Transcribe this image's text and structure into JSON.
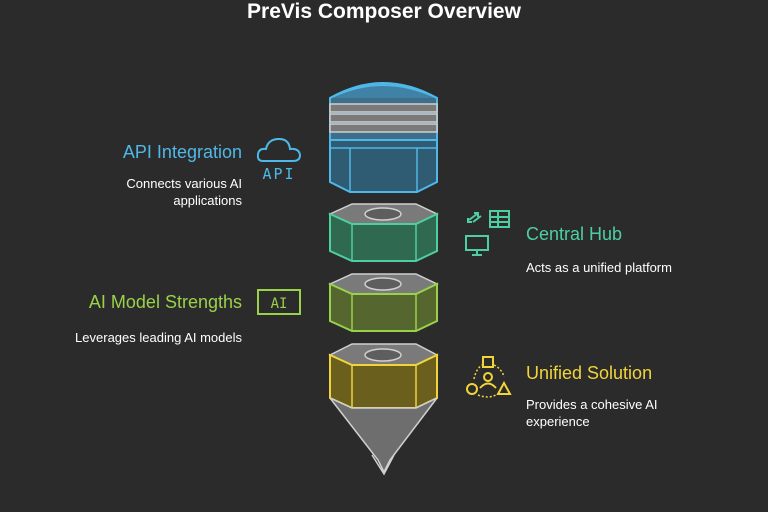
{
  "title": "PreVis Composer Overview",
  "colors": {
    "background": "#2b2b2b",
    "blue": "#4fb8e8",
    "green": "#4dd0a1",
    "lime": "#9ad14a",
    "yellow": "#f2d43a",
    "gray_body": "#707070"
  },
  "sections": [
    {
      "id": "api",
      "heading": "API Integration",
      "description": "Connects various AI applications",
      "icon_name": "cloud-api-icon",
      "icon_text": "API"
    },
    {
      "id": "hub",
      "heading": "Central Hub",
      "description": "Acts as a unified platform",
      "icon_name": "hub-devices-icon"
    },
    {
      "id": "models",
      "heading": "AI Model Strengths",
      "description": "Leverages leading AI models",
      "icon_name": "ai-chip-icon",
      "icon_text": "AI"
    },
    {
      "id": "solution",
      "heading": "Unified Solution",
      "description": "Provides a cohesive AI experience",
      "icon_name": "shapes-user-icon"
    }
  ]
}
